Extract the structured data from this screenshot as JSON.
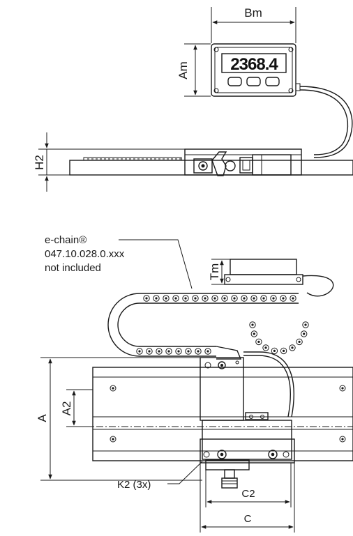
{
  "labels": {
    "bm": "Bm",
    "am": "Am",
    "h2": "H2",
    "tm": "Tm",
    "a": "A",
    "a2": "A2",
    "c": "C",
    "c2": "C2",
    "k2": "K2 (3x)"
  },
  "display": {
    "readout": "2368.4"
  },
  "echain_note": {
    "line1": "e-chain®",
    "line2": "047.10.028.0.xxx",
    "line3": "not included"
  }
}
